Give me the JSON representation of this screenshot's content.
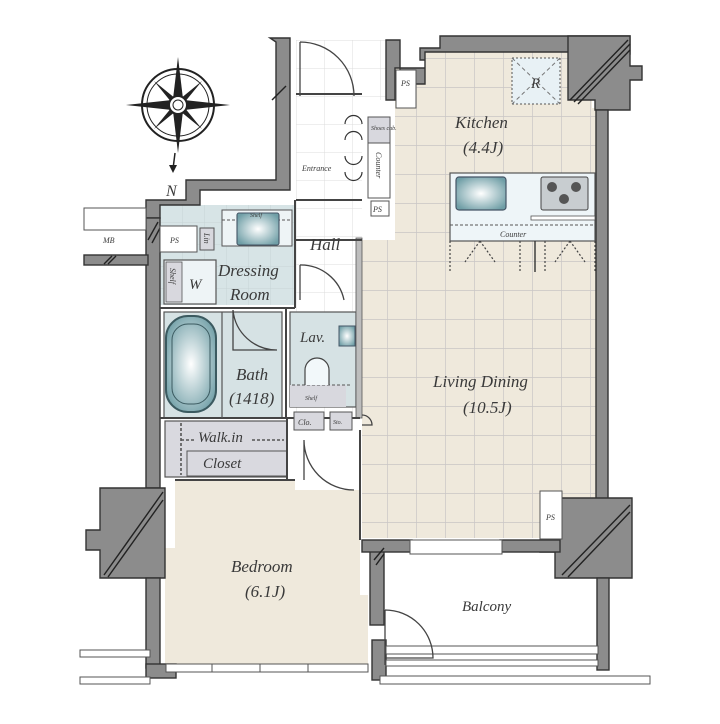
{
  "floorplan": {
    "compass": {
      "north_label": "N",
      "icon": "compass-rose-icon"
    },
    "rooms": {
      "kitchen": {
        "name": "Kitchen",
        "size": "(4.4J)"
      },
      "living_dining": {
        "name": "Living Dining",
        "size": "(10.5J)"
      },
      "bedroom": {
        "name": "Bedroom",
        "size": "(6.1J)"
      },
      "bath": {
        "name": "Bath",
        "size": "(1418)"
      },
      "dressing_room": {
        "name_line1": "Dressing",
        "name_line2": "Room"
      },
      "hall": {
        "name": "Hall"
      },
      "entrance": {
        "name": "Entrance"
      },
      "lav": {
        "name": "Lav."
      },
      "walk_in_closet": {
        "name_line1": "Walk.in",
        "name_line2": "Closet"
      },
      "balcony": {
        "name": "Balcony"
      }
    },
    "fixtures": {
      "refrigerator": "R",
      "kitchen_counter": "Counter",
      "entrance_counter": "Counter",
      "shoes_cabinet": "Shoes cab.",
      "ps_kitchen": "PS",
      "ps_entrance": "PS",
      "ps_dressing": "PS",
      "ps_living": "PS",
      "mb": "MB",
      "lin": "Lin",
      "shelf_dressing": "Shelf",
      "shelf_w": "Shelf",
      "washer": "W",
      "shelf_lav": "Shelf",
      "clo": "Clo.",
      "sto": "Sto."
    },
    "colors": {
      "floor_beige": "#efe9dc",
      "tile_line": "#c8c4c4",
      "wet_area": "#d6e3e5",
      "storage": "#d8d8de",
      "wall": "#8c8c8c",
      "wall_outline": "#3a3a3a",
      "fixture_blue": "#7fa9b0"
    }
  }
}
